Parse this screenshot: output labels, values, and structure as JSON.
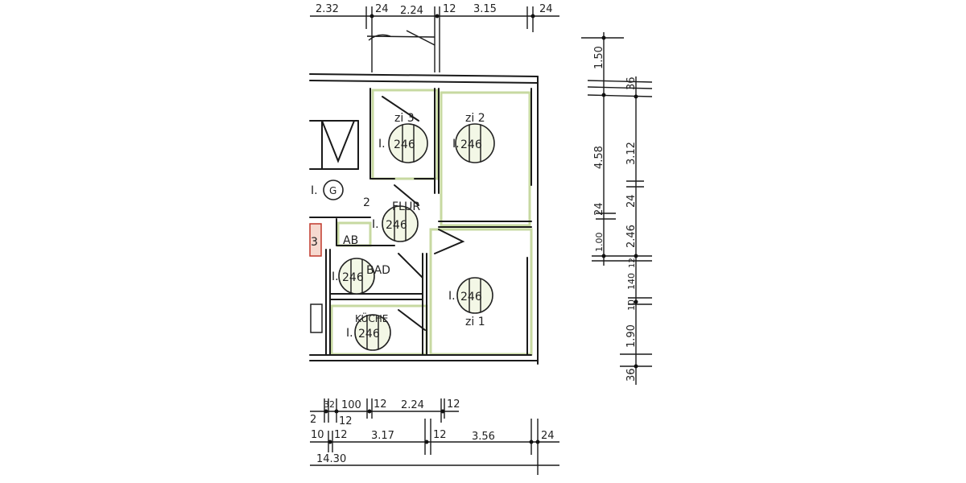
{
  "plan": {
    "rooms": {
      "zi3": {
        "name": "zi 3",
        "prefix": "I.",
        "code": "246"
      },
      "zi2": {
        "name": "zi 2",
        "prefix": "I.",
        "code": "246"
      },
      "flur": {
        "name": "FLUR",
        "prefix": "I.",
        "code": "246"
      },
      "ab": {
        "name": "AB"
      },
      "bad": {
        "name": "BAD",
        "prefix": "I.",
        "code": "246"
      },
      "zi1": {
        "name": "zi 1",
        "prefix": "I.",
        "code": "246"
      },
      "kueche": {
        "name": "KÜCHE",
        "prefix": "I.",
        "code": "246"
      },
      "g": {
        "prefix": "I.",
        "code": "G"
      },
      "stair_mark": "2",
      "edge_mark": "3"
    },
    "dims_top": [
      "2.32",
      "24",
      "2.24",
      "12",
      "3.15",
      "24"
    ],
    "dims_bottom_1": [
      "32",
      "100",
      "12",
      "2.24",
      "12",
      "12",
      "2"
    ],
    "dims_bottom_2": [
      "10",
      "12",
      "3.17",
      "12",
      "3.56",
      "24"
    ],
    "dims_bottom_total": "14.30",
    "dims_right_1": [
      "1.50",
      "4.58",
      "24",
      "1.00"
    ],
    "dims_right_2": [
      "36",
      "3.12",
      "24",
      "2.46",
      "12",
      "140",
      "10",
      "1.90",
      "36"
    ],
    "colors": {
      "room_highlight": "#b9cf8a",
      "ink": "#1a1a1a",
      "accent_red": "#c0392b"
    }
  }
}
